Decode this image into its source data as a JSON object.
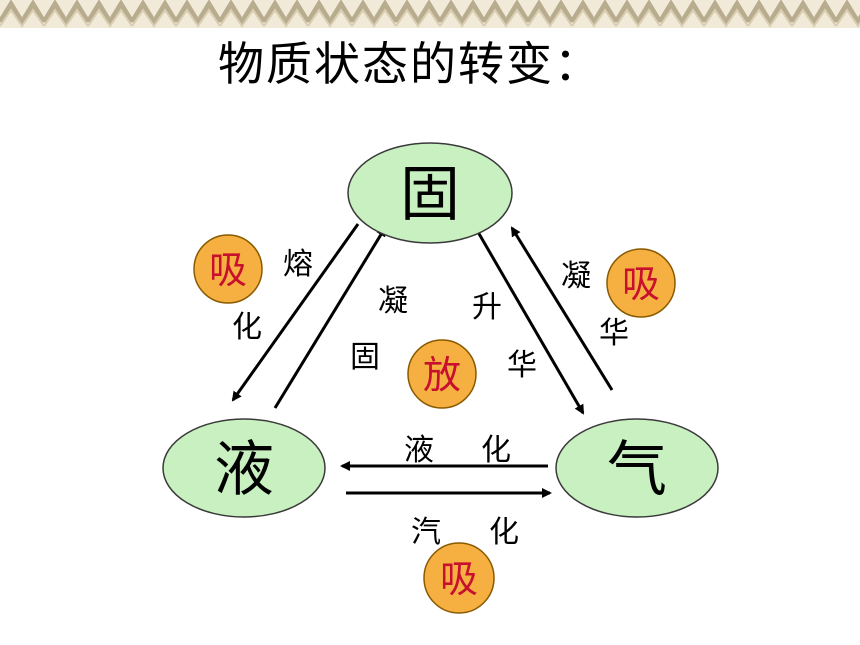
{
  "title": "物质状态的转变：",
  "nodes": {
    "solid": "固",
    "liquid": "液",
    "gas": "气"
  },
  "transitions": {
    "melting": [
      "熔",
      "化"
    ],
    "solidifying": [
      "凝",
      "固"
    ],
    "sublimation": [
      "升",
      "华"
    ],
    "deposition": [
      "凝",
      "华"
    ],
    "liquefaction": [
      "液",
      "化"
    ],
    "vaporization": [
      "汽",
      "化"
    ]
  },
  "badges": {
    "melting": "吸",
    "center": "放",
    "deposition": "吸",
    "vaporization": "吸"
  },
  "colors": {
    "ellipse_fill": "#c8f0c0",
    "ellipse_stroke": "#3a3a3a",
    "badge_fill": "#f5b041",
    "badge_stroke": "#8a5a00",
    "badge_text": "#c8102e",
    "border_beige": "#f2ead8",
    "border_pattern": "#b8ac8e"
  }
}
